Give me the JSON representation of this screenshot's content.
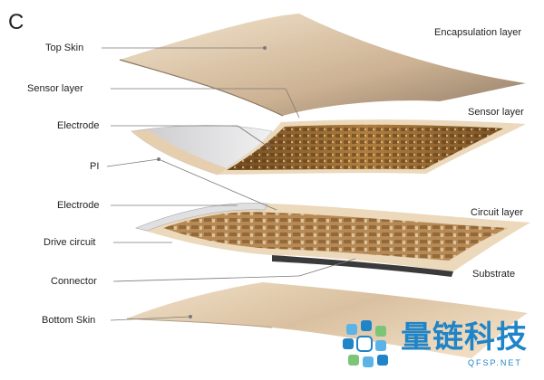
{
  "panel_letter": "C",
  "labels_left": {
    "top_skin": "Top Skin",
    "sensor_layer": "Sensor layer",
    "electrode_1": "Electrode",
    "pi": "PI",
    "electrode_2": "Electrode",
    "drive_circuit": "Drive circuit",
    "connector": "Connector",
    "bottom_skin": "Bottom Skin"
  },
  "labels_right": {
    "encapsulation_layer": "Encapsulation layer",
    "sensor_layer": "Sensor layer",
    "circuit_layer": "Circuit layer",
    "substrate": "Substrate"
  },
  "watermark": {
    "title": "量链科技",
    "url": "QFSP.NET"
  },
  "colors": {
    "skin": "#e9d3b6",
    "skin_shadow": "#a8927a",
    "sensor_gold": "#9a6a2c",
    "electrode_grey": "#d9d9db",
    "leader": "#7a7a7a",
    "watermark": "#1f84c8"
  }
}
